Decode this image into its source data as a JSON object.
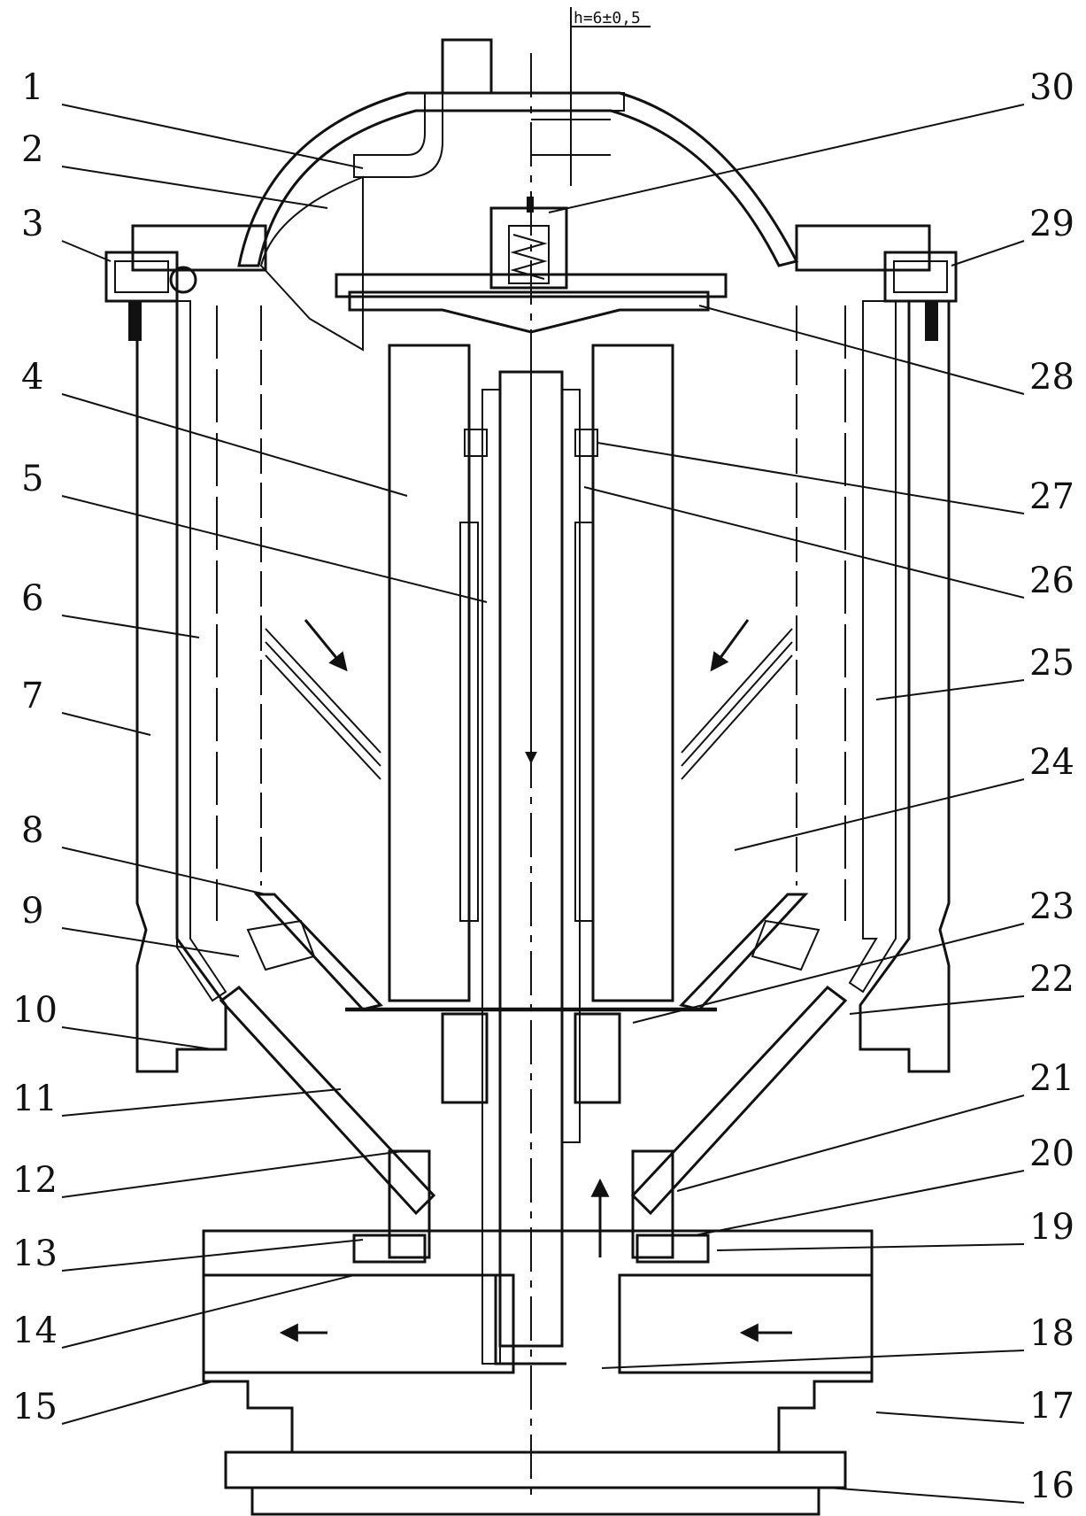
{
  "dimension": {
    "label": "h=6±0,5"
  },
  "callouts_left": [
    "1",
    "2",
    "3",
    "4",
    "5",
    "6",
    "7",
    "8",
    "9",
    "10",
    "11",
    "12",
    "13",
    "14",
    "15"
  ],
  "callouts_right": [
    "30",
    "29",
    "28",
    "27",
    "26",
    "25",
    "24",
    "23",
    "22",
    "21",
    "20",
    "19",
    "18",
    "17",
    "16"
  ],
  "colors": {
    "ink": "#111111",
    "paper": "#ffffff"
  }
}
